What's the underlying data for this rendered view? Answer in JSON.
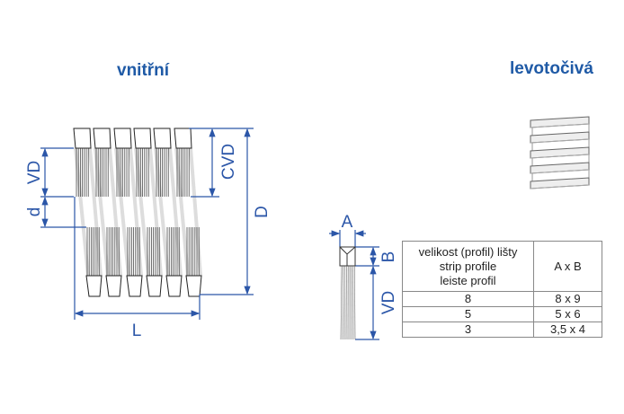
{
  "titles": {
    "left": "vnitřní",
    "right": "levotočivá"
  },
  "dimensions": {
    "VD": "VD",
    "d": "d",
    "CVD": "CVD",
    "D": "D",
    "L": "L",
    "A": "A",
    "B": "B",
    "VD2": "VD"
  },
  "table": {
    "header": [
      "velikost (profil) lišty",
      "strip profile",
      "leiste profil"
    ],
    "header_col2": "A x B",
    "rows": [
      {
        "profile": "8",
        "size": "8 x 9"
      },
      {
        "profile": "5",
        "size": "5 x 6"
      },
      {
        "profile": "3",
        "size": "3,5 x 4"
      }
    ]
  },
  "colors": {
    "accent": "#1f5aa6",
    "dim_line": "#2b56a8"
  }
}
